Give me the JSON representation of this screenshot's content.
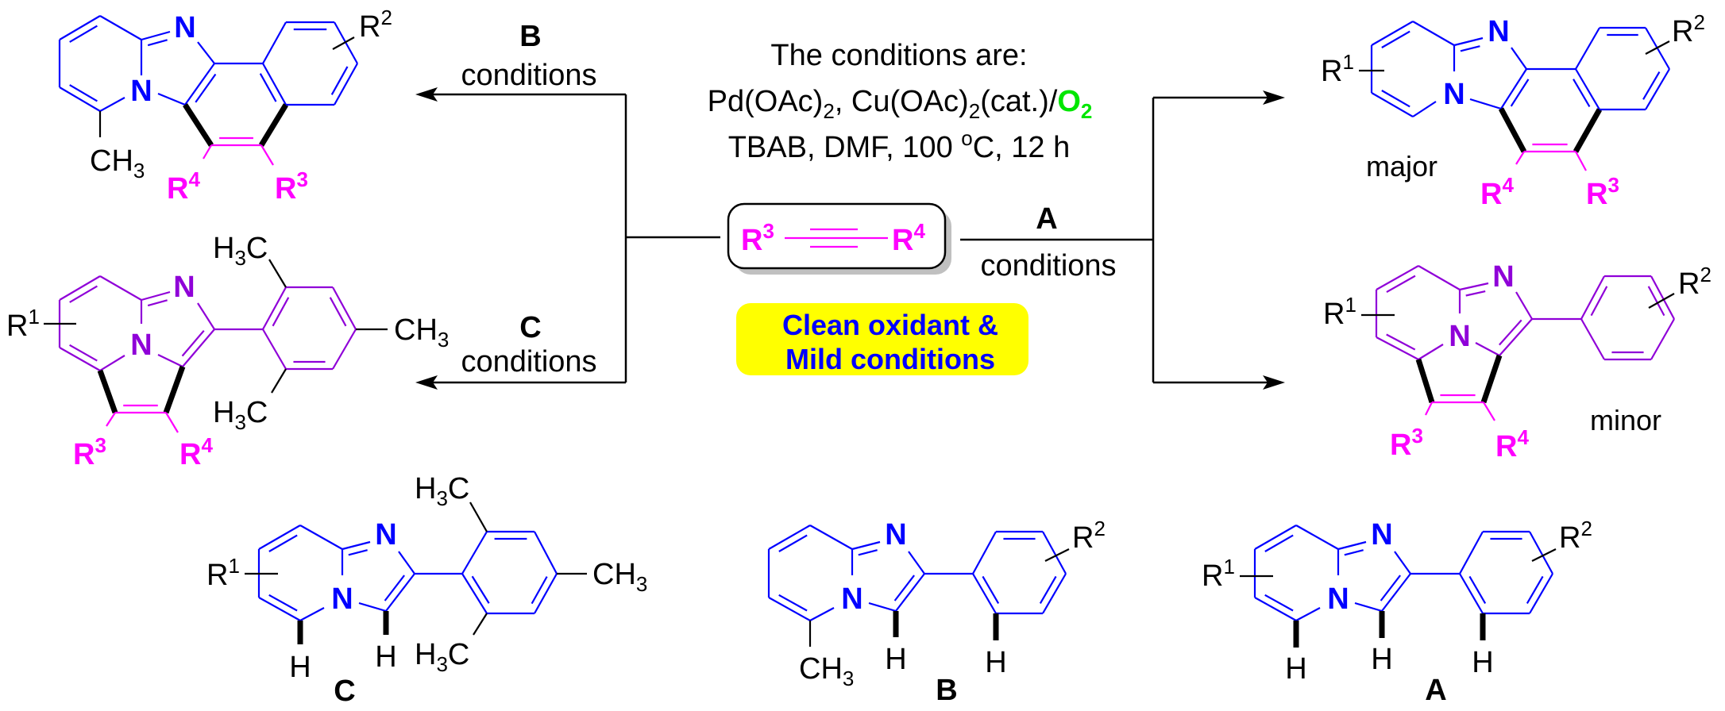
{
  "colors": {
    "core_blue": "#0000ff",
    "core_purple": "#8f00d8",
    "alkyne_magenta": "#ff00ff",
    "oxidant_green": "#00e600",
    "highlight_yellow": "#ffff00",
    "highlight_text": "#0000ff",
    "box_shadow": "#c0c0c0",
    "ink": "#000000"
  },
  "atoms": {
    "N": "N",
    "H": "H",
    "R": "R",
    "C": "C",
    "CH": "CH",
    "d1": "1",
    "d2": "2",
    "d3": "3",
    "d4": "4"
  },
  "conditions": {
    "line1": "The conditions are:",
    "line2": {
      "a": "Pd(OAc)",
      "a_sub": "2",
      "b": ", Cu(OAc)",
      "b_sub": "2",
      "c": "(cat.)/",
      "oxidant": "O",
      "oxidant_sub": "2"
    },
    "line3": {
      "a": "TBAB, DMF, 100 ",
      "deg": "o",
      "b": "C, 12 h"
    }
  },
  "alkyne": {
    "r3": "R",
    "r3_sup": "3",
    "r4": "R",
    "r4_sup": "4"
  },
  "routes": {
    "A": {
      "label": "A",
      "text": "conditions"
    },
    "B": {
      "label": "B",
      "text": "conditions"
    },
    "C": {
      "label": "C",
      "text": "conditions"
    }
  },
  "highlight": {
    "line1": "Clean oxidant &",
    "line2": "Mild conditions"
  },
  "products": {
    "major": "major",
    "minor": "minor"
  },
  "substrates": {
    "A": "A",
    "B": "B",
    "C": "C"
  }
}
